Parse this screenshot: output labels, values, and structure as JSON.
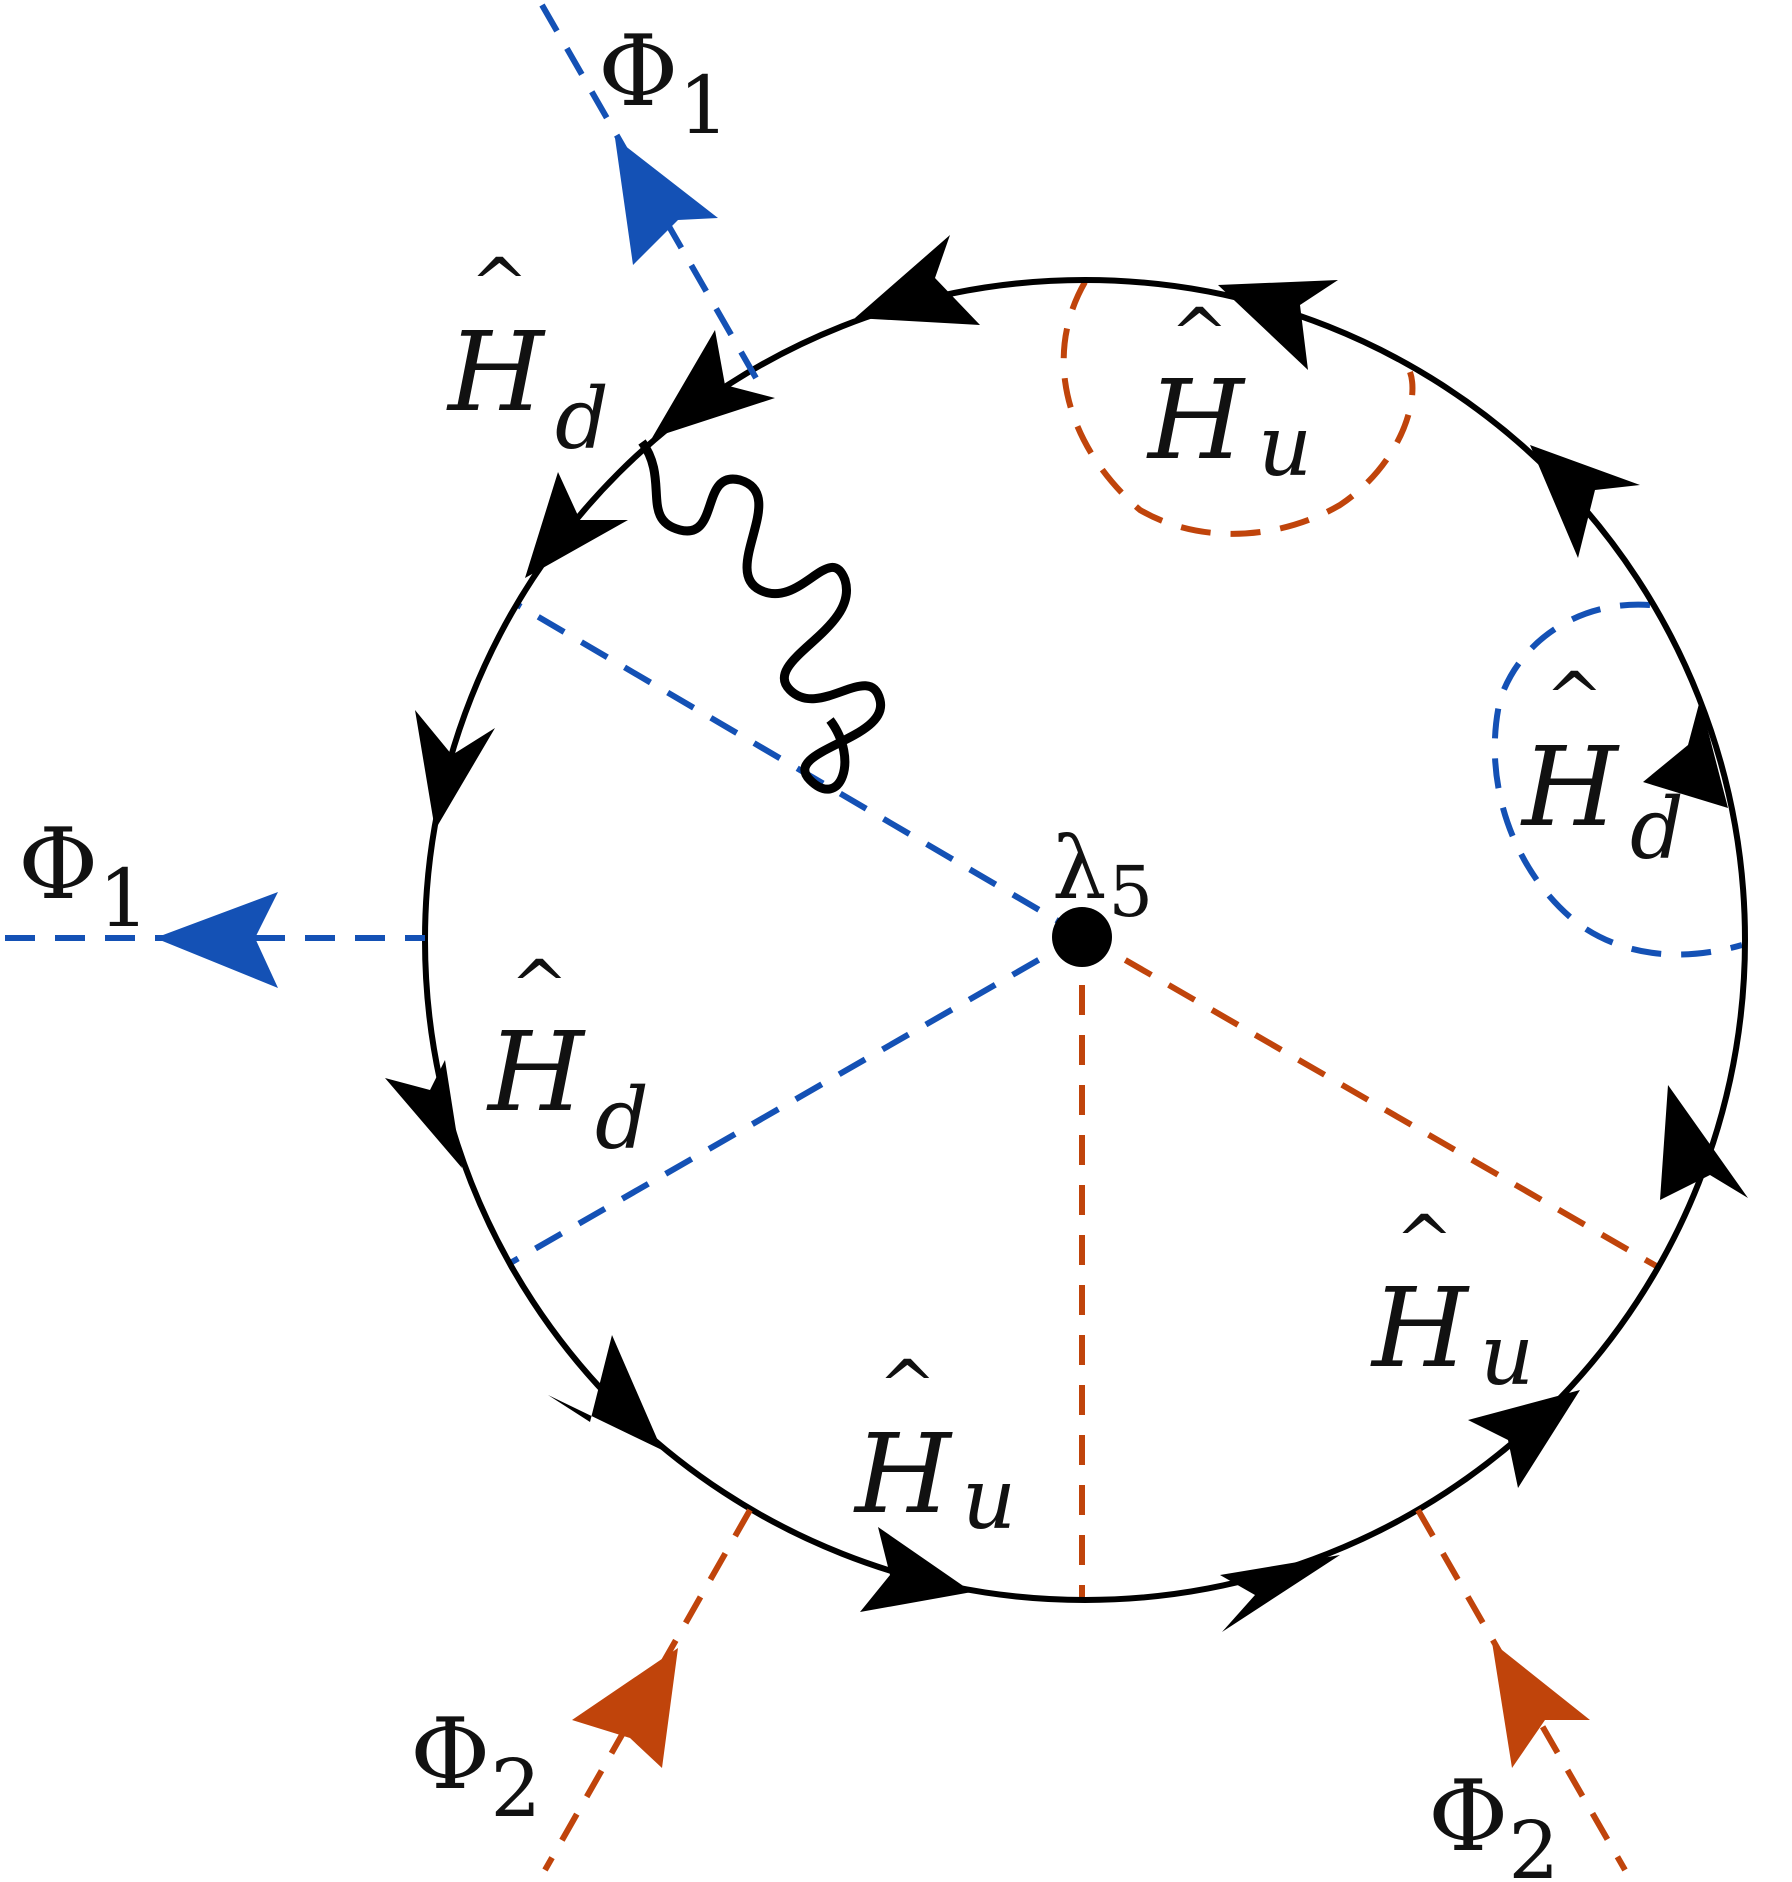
{
  "colors": {
    "fermion": "#000000",
    "phi1": "#1451b5",
    "phi2": "#c0440b",
    "background": "#ffffff"
  },
  "vertex": {
    "symbol": "λ",
    "sub": "5"
  },
  "external": {
    "phi1_top": {
      "symbol": "Φ",
      "sub": "1"
    },
    "phi1_left": {
      "symbol": "Φ",
      "sub": "1"
    },
    "phi2_bottom_left": {
      "symbol": "Φ",
      "sub": "2"
    },
    "phi2_bottom_right": {
      "symbol": "Φ",
      "sub": "2"
    }
  },
  "loop_labels": {
    "hd_upper_left": {
      "hat": "^",
      "symbol": "H",
      "sub": "d"
    },
    "hu_top_right": {
      "hat": "^",
      "symbol": "H",
      "sub": "u"
    },
    "hd_right": {
      "hat": "^",
      "symbol": "H",
      "sub": "d"
    },
    "hd_left": {
      "hat": "^",
      "symbol": "H",
      "sub": "d"
    },
    "hu_bottom": {
      "hat": "^",
      "symbol": "H",
      "sub": "u"
    },
    "hu_bottom_right": {
      "hat": "^",
      "symbol": "H",
      "sub": "u"
    }
  }
}
